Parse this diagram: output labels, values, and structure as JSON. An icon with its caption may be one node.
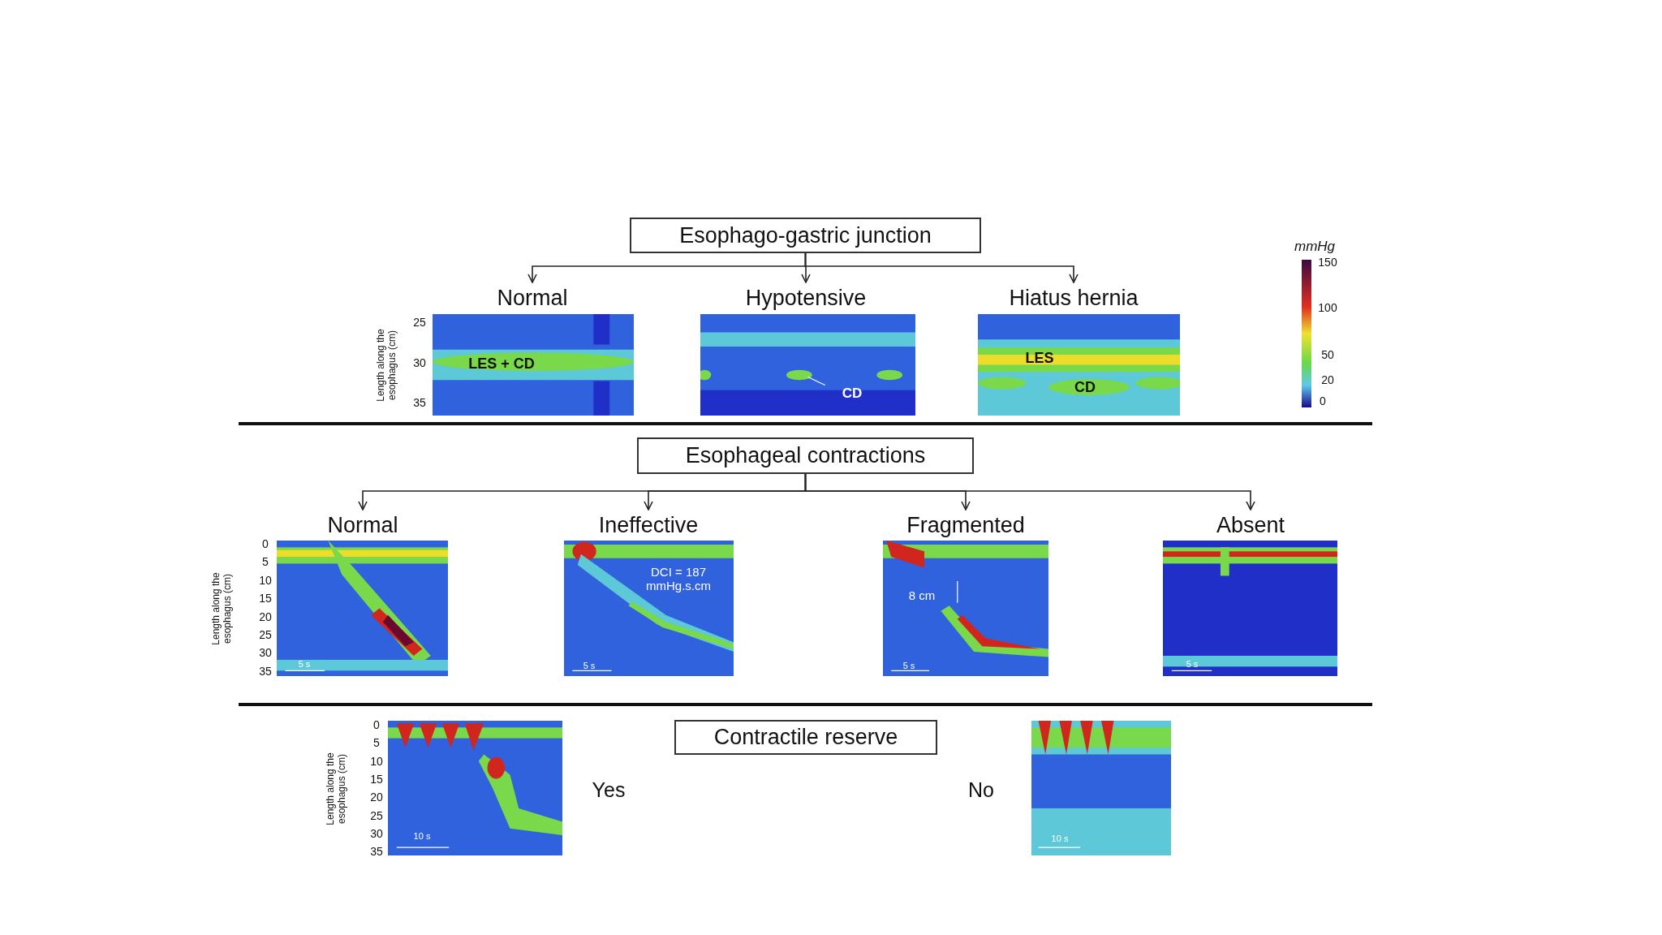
{
  "diagram": {
    "nodes": [
      {
        "text": [
          "Esophago-gastric junction"
        ]
      },
      {
        "text": [
          "Normal"
        ]
      },
      {
        "text": [
          "Hypotensive"
        ]
      },
      {
        "text": [
          "Hiatus hernia"
        ]
      },
      {
        "text": [
          "Esophageal contractions"
        ]
      },
      {
        "text": [
          "Normal"
        ]
      },
      {
        "text": [
          "Ineffective"
        ]
      },
      {
        "text": [
          "Fragmented"
        ]
      },
      {
        "text": [
          "Absent"
        ]
      },
      {
        "text": [
          "Contractile reserve"
        ]
      }
    ],
    "edges": [
      {
        "from": 0,
        "to": 1,
        "arrow": "to"
      },
      {
        "from": 0,
        "to": 2,
        "arrow": "to"
      },
      {
        "from": 0,
        "to": 3,
        "arrow": "to"
      },
      {
        "from": 4,
        "to": 5,
        "arrow": "to"
      },
      {
        "from": 4,
        "to": 6,
        "arrow": "to"
      },
      {
        "from": 4,
        "to": 7,
        "arrow": "to"
      },
      {
        "from": 4,
        "to": 8,
        "arrow": "to"
      }
    ],
    "labels": [
      "Length along the esophagus (cm)",
      "25",
      "30",
      "35",
      "LES + CD",
      "CD",
      "LES",
      "CD",
      "mmHg",
      "150",
      "100",
      "50",
      "20",
      "0",
      "Length along the esophagus (cm)",
      "0",
      "5",
      "10",
      "15",
      "20",
      "25",
      "30",
      "35",
      "DCI = 187 mmHg.s.cm",
      "8 cm",
      "5 s",
      "5 s",
      "5 s",
      "5 s",
      "Length along the esophagus (cm)",
      "0",
      "5",
      "10",
      "15",
      "20",
      "25",
      "30",
      "35",
      "Yes",
      "No",
      "10 s",
      "10 s"
    ]
  }
}
